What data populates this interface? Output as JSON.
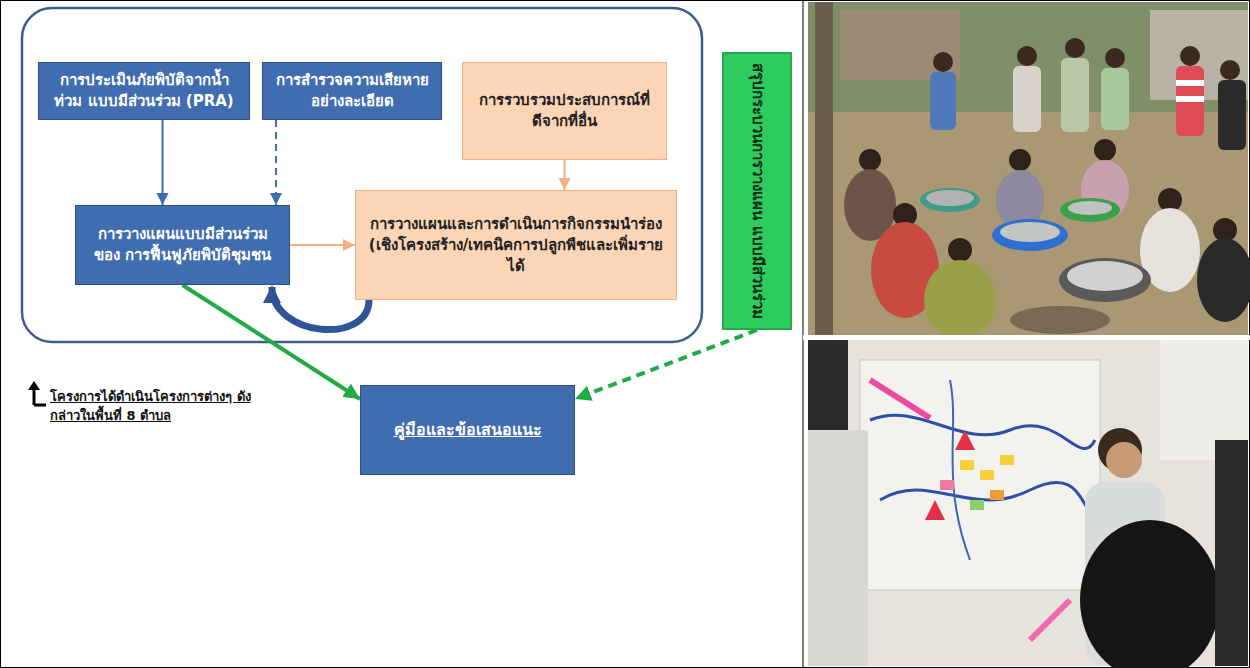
{
  "diagram": {
    "nodes": [
      {
        "text": [
          "การประเมินภัยพิบัติจากน้ำท่วม แบบมีส่วนร่วม (PRA)"
        ]
      },
      {
        "text": [
          "การสำรวจความเสียหาย อย่างละเอียด"
        ]
      },
      {
        "text": [
          "การรวบรวมประสบการณ์ที่ ดีจากที่อื่น"
        ]
      },
      {
        "text": [
          "การวางแผนแบบมีส่วนร่วมของ การฟื้นฟูภัยพิบัติชุมชน"
        ]
      },
      {
        "text": [
          "การวางแผนและการดำเนินการกิจกรรมนำร่อง (เชิงโครงสร้าง/เทคนิคการปลูกพืชและเพิ่มรายได้"
        ]
      },
      {
        "text": [
          "สรุปกระบวนการวางแผน แบบมีส่วนร่วม"
        ]
      },
      {
        "text": [
          "คู่มือและข้อเสนอแนะ"
        ]
      }
    ],
    "edges": [
      {
        "from": 0,
        "to": 3,
        "arrow": "to"
      },
      {
        "from": 1,
        "to": 3,
        "arrow": "to"
      },
      {
        "from": 2,
        "to": 4,
        "arrow": "to"
      },
      {
        "from": 3,
        "to": 4,
        "arrow": "to"
      },
      {
        "from": 4,
        "to": 3,
        "arrow": "to"
      },
      {
        "from": 3,
        "to": 6,
        "arrow": "to"
      },
      {
        "from": 5,
        "to": 6,
        "arrow": "to"
      }
    ],
    "labels": [
      "โครงการได้ดำเนินโครงการต่างๆ ดังกล่าวในพื้นที่ 8 ตำบล"
    ]
  }
}
